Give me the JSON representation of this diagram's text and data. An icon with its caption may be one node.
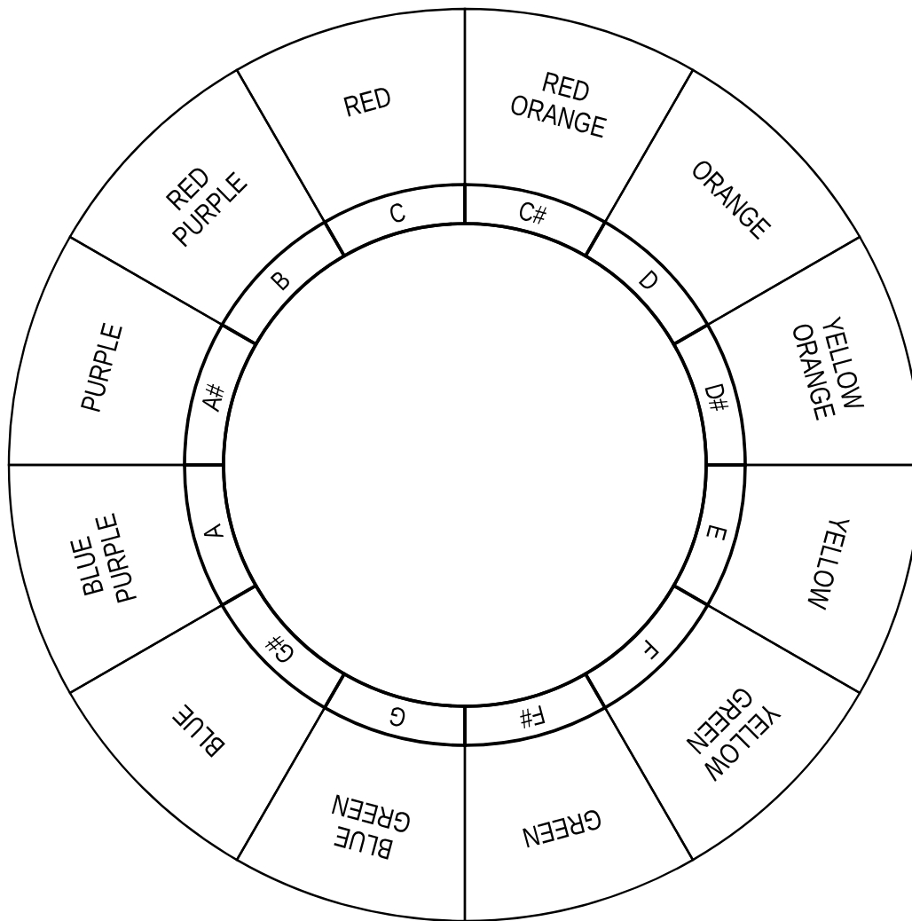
{
  "diagram": {
    "nodes": [
      {
        "text": [
          "RED"
        ]
      },
      {
        "text": [
          "RED ORANGE"
        ]
      },
      {
        "text": [
          "ORANGE"
        ]
      },
      {
        "text": [
          "YELLOW ORANGE"
        ]
      },
      {
        "text": [
          "YELLOW"
        ]
      },
      {
        "text": [
          "YELLOW GREEN"
        ]
      },
      {
        "text": [
          "GREEN"
        ]
      },
      {
        "text": [
          "BLUE GREEN"
        ]
      },
      {
        "text": [
          "BLUE"
        ]
      },
      {
        "text": [
          "BLUE PURPLE"
        ]
      },
      {
        "text": [
          "PURPLE"
        ]
      },
      {
        "text": [
          "RED PURPLE"
        ]
      },
      {
        "text": [
          "C"
        ]
      },
      {
        "text": [
          "C#"
        ]
      },
      {
        "text": [
          "D"
        ]
      },
      {
        "text": [
          "D#"
        ]
      },
      {
        "text": [
          "E"
        ]
      },
      {
        "text": [
          "F"
        ]
      },
      {
        "text": [
          "F#"
        ]
      },
      {
        "text": [
          "G"
        ]
      },
      {
        "text": [
          "G#"
        ]
      },
      {
        "text": [
          "A"
        ]
      },
      {
        "text": [
          "A#"
        ]
      },
      {
        "text": [
          "B"
        ]
      }
    ]
  }
}
